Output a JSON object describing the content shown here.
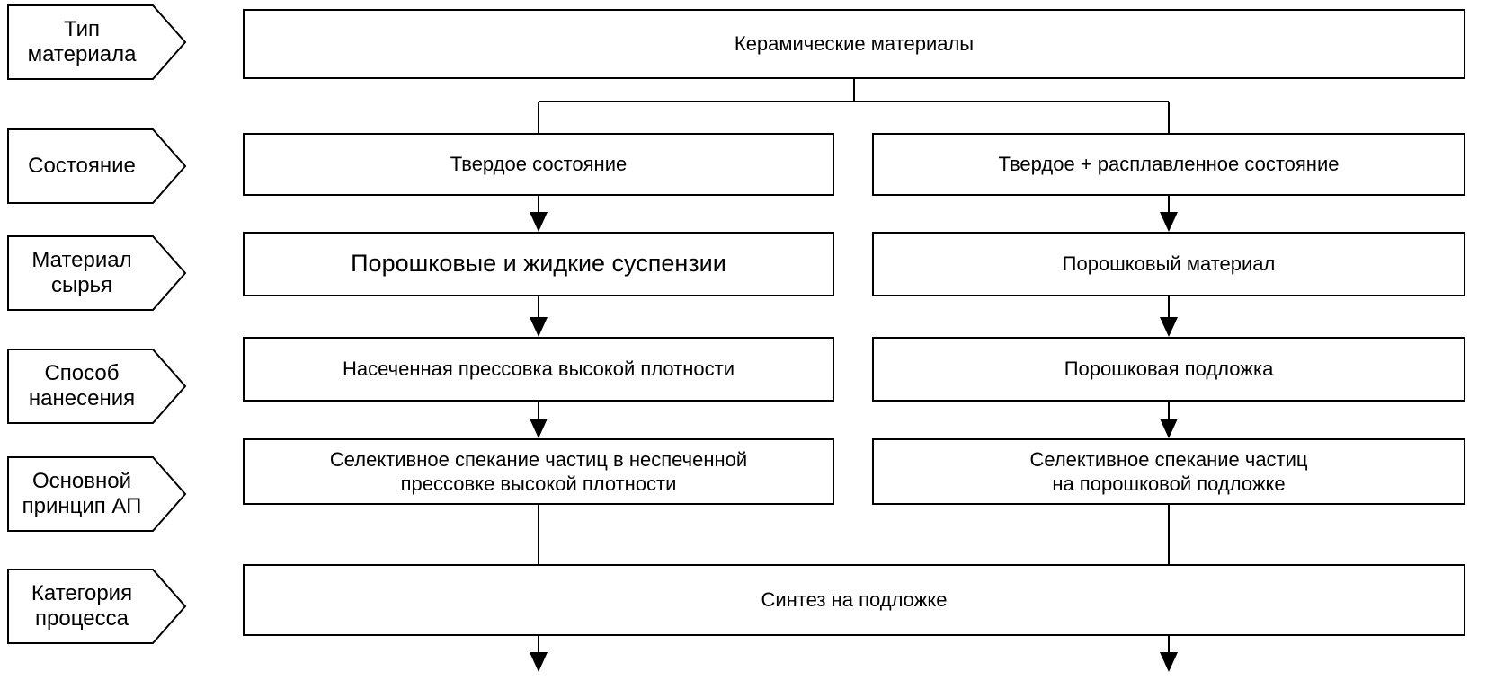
{
  "diagram": {
    "description": "Flowchart of additive manufacturing routes for ceramic materials",
    "colors": {
      "line": "#000000",
      "fill": "#ffffff",
      "text": "#000000"
    }
  },
  "row_labels": [
    {
      "id": "material-type",
      "label": "Тип\nматериала"
    },
    {
      "id": "state",
      "label": "Состояние"
    },
    {
      "id": "feedstock",
      "label": "Материал\nсырья"
    },
    {
      "id": "deposition",
      "label": "Способ\nнанесения"
    },
    {
      "id": "principle",
      "label": "Основной\nпринцип АП"
    },
    {
      "id": "category",
      "label": "Категория\nпроцесса"
    }
  ],
  "nodes": {
    "material_type": "Керамические материалы",
    "state_left": "Твердое состояние",
    "state_right": "Твердое + расплавленное состояние",
    "feedstock_left": "Порошковые и жидкие суспензии",
    "feedstock_right": "Порошковый материал",
    "deposition_left": "Насеченная прессовка высокой плотности",
    "deposition_right": "Порошковая подложка",
    "principle_left": "Селективное спекание частиц в неспеченной\nпрессовке высокой плотности",
    "principle_right": "Селективное спекание частиц\nна порошковой подложке",
    "category": "Синтез на подложке"
  }
}
